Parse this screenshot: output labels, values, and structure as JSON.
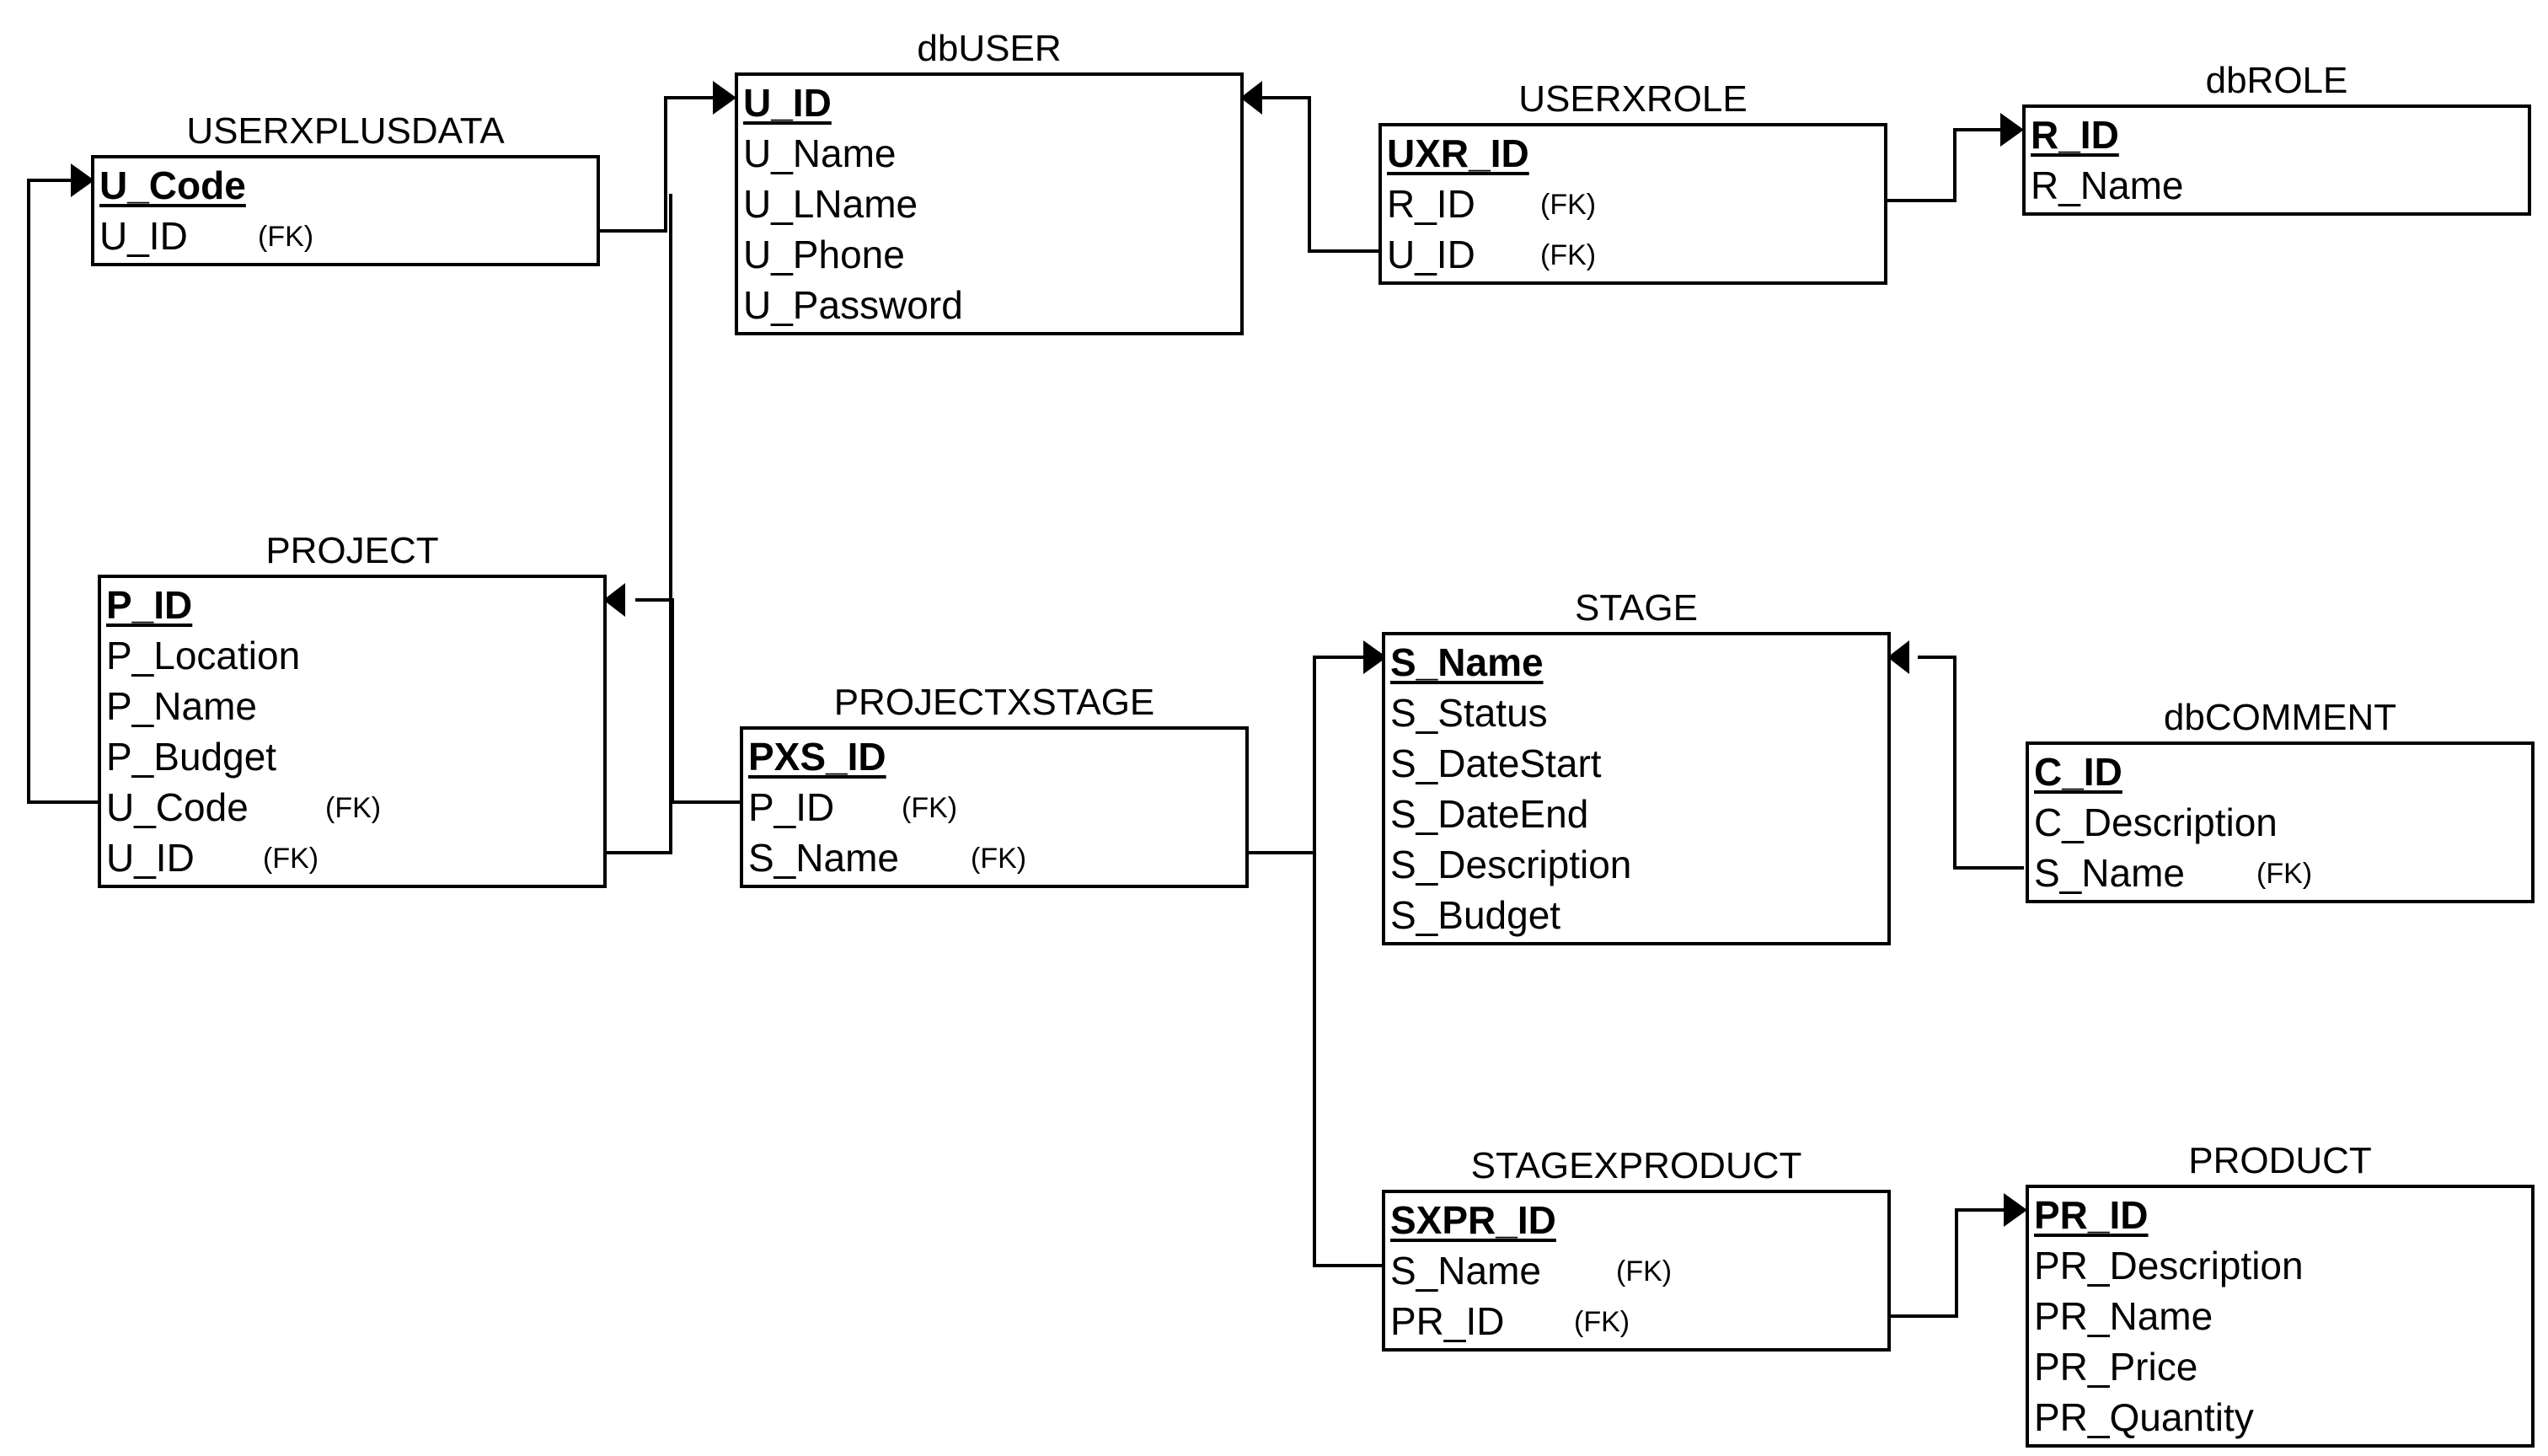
{
  "diagram": {
    "entities": [
      {
        "id": "userxplusdata",
        "title": "USERXPLUSDATA",
        "fields": [
          {
            "name": "U_Code",
            "pk": true
          },
          {
            "name": "U_ID",
            "fk": "(FK)"
          }
        ]
      },
      {
        "id": "dbuser",
        "title": "dbUSER",
        "fields": [
          {
            "name": "U_ID",
            "pk": true
          },
          {
            "name": "U_Name"
          },
          {
            "name": "U_LName"
          },
          {
            "name": "U_Phone"
          },
          {
            "name": "U_Password"
          }
        ]
      },
      {
        "id": "userxrole",
        "title": "USERXROLE",
        "fields": [
          {
            "name": "UXR_ID",
            "pk": true
          },
          {
            "name": "R_ID",
            "fk": "(FK)"
          },
          {
            "name": "U_ID",
            "fk": "(FK)"
          }
        ]
      },
      {
        "id": "dbrole",
        "title": "dbROLE",
        "fields": [
          {
            "name": "R_ID",
            "pk": true
          },
          {
            "name": "R_Name"
          }
        ]
      },
      {
        "id": "project",
        "title": "PROJECT",
        "fields": [
          {
            "name": "P_ID",
            "pk": true
          },
          {
            "name": "P_Location"
          },
          {
            "name": "P_Name"
          },
          {
            "name": "P_Budget"
          },
          {
            "name": "U_Code",
            "fk": "(FK)"
          },
          {
            "name": "U_ID",
            "fk": "(FK)"
          }
        ]
      },
      {
        "id": "projectxstage",
        "title": "PROJECTXSTAGE",
        "fields": [
          {
            "name": "PXS_ID",
            "pk": true
          },
          {
            "name": "P_ID",
            "fk": "(FK)"
          },
          {
            "name": "S_Name",
            "fk": "(FK)"
          }
        ]
      },
      {
        "id": "stage",
        "title": "STAGE",
        "fields": [
          {
            "name": "S_Name",
            "pk": true
          },
          {
            "name": "S_Status"
          },
          {
            "name": "S_DateStart"
          },
          {
            "name": "S_DateEnd"
          },
          {
            "name": "S_Description"
          },
          {
            "name": "S_Budget"
          }
        ]
      },
      {
        "id": "dbcomment",
        "title": "dbCOMMENT",
        "fields": [
          {
            "name": "C_ID",
            "pk": true
          },
          {
            "name": "C_Description"
          },
          {
            "name": "S_Name",
            "fk": "(FK)"
          }
        ]
      },
      {
        "id": "stagexproduct",
        "title": "STAGEXPRODUCT",
        "fields": [
          {
            "name": "SXPR_ID",
            "pk": true
          },
          {
            "name": "S_Name",
            "fk": "(FK)"
          },
          {
            "name": "PR_ID",
            "fk": "(FK)"
          }
        ]
      },
      {
        "id": "product",
        "title": "PRODUCT",
        "fields": [
          {
            "name": "PR_ID",
            "pk": true
          },
          {
            "name": "PR_Description"
          },
          {
            "name": "PR_Name"
          },
          {
            "name": "PR_Price"
          },
          {
            "name": "PR_Quantity"
          }
        ]
      }
    ],
    "relationships": [
      {
        "from": "userxplusdata.U_ID",
        "to": "dbuser.U_ID"
      },
      {
        "from": "project.U_ID",
        "to": "dbuser.U_ID"
      },
      {
        "from": "project.U_Code",
        "to": "userxplusdata.U_Code"
      },
      {
        "from": "userxrole.U_ID",
        "to": "dbuser.U_ID"
      },
      {
        "from": "userxrole.R_ID",
        "to": "dbrole.R_ID"
      },
      {
        "from": "projectxstage.P_ID",
        "to": "project.P_ID"
      },
      {
        "from": "projectxstage.S_Name",
        "to": "stage.S_Name"
      },
      {
        "from": "stagexproduct.S_Name",
        "to": "stage.S_Name"
      },
      {
        "from": "dbcomment.S_Name",
        "to": "stage.S_Name"
      },
      {
        "from": "stagexproduct.PR_ID",
        "to": "product.PR_ID"
      }
    ]
  }
}
